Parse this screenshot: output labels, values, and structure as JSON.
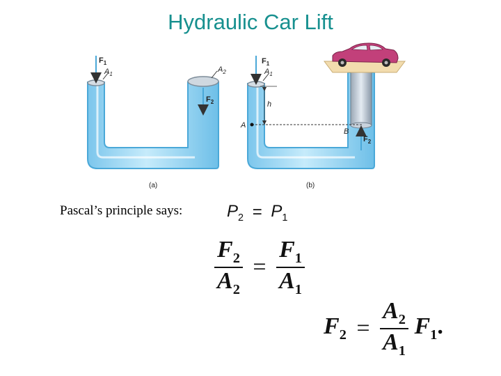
{
  "title": "Hydraulic Car Lift",
  "figure": {
    "a": {
      "label_F1_sym": "F",
      "label_F1_sub": "1",
      "label_A1_sym": "A",
      "label_A1_sub": "1",
      "label_A2_sym": "A",
      "label_A2_sub": "2",
      "label_F2_sym": "F",
      "label_F2_sub": "2",
      "caption": "(a)"
    },
    "b": {
      "label_F1_sym": "F",
      "label_F1_sub": "1",
      "label_A1_sym": "A",
      "label_A1_sub": "1",
      "label_h": "h",
      "label_A": "A",
      "label_B": "B",
      "label_F2_sym": "F",
      "label_F2_sub": "2",
      "caption": "(b)"
    }
  },
  "pascal_text": "Pascal’s principle says:",
  "equations": {
    "eq1": {
      "P": "P",
      "sub2": "2",
      "eq": "=",
      "sub1": "1"
    },
    "eq2": {
      "F": "F",
      "A": "A",
      "sub2": "2",
      "sub1": "1",
      "eq": "="
    },
    "eq3": {
      "F": "F",
      "A": "A",
      "sub2": "2",
      "sub1": "1",
      "eq": "=",
      "end": "."
    }
  },
  "colors": {
    "title": "#17908f",
    "fluid": "#a9dcf5",
    "fluid_edge": "#5bb6e2",
    "car": "#c2407a",
    "platform": "#f2dcae"
  }
}
